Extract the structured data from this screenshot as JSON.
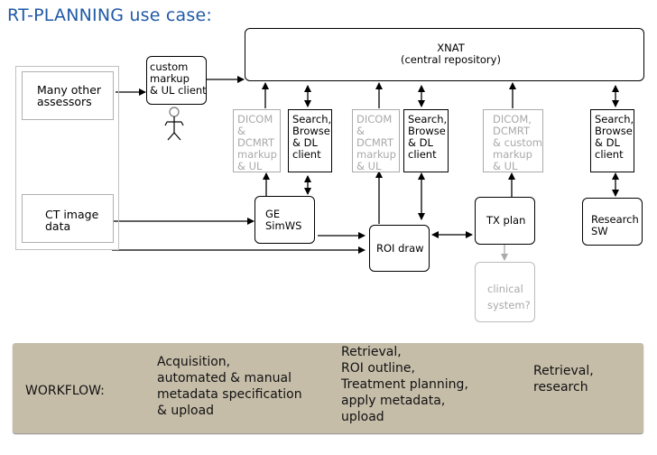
{
  "title": "RT-PLANNING use case:",
  "colors": {
    "title": "#1f5aa6",
    "workflow_bg": "#c6bda9",
    "inactive_grey": "#a9a9a9"
  },
  "nodes": {
    "xnat": "XNAT\n(central repository)",
    "many_other_assessors": "Many other\nassessors",
    "ct_image_data": "CT image\ndata",
    "custom_markup_client": "custom\nmarkup\n& UL client",
    "dicom_markup_1": "DICOM\n&\nDCMRT\nmarkup\n& UL",
    "search_client_1": "Search,\nBrowse\n& DL\nclient",
    "dicom_markup_2": "DICOM\n&\nDCMRT\nmarkup\n& UL",
    "search_client_2": "Search,\nBrowse\n& DL\nclient",
    "dicom_custom_markup": "DICOM,\nDCMRT\n& custom\nmarkup\n& UL",
    "search_client_3": "Search,\nBrowse\n& DL\nclient",
    "ge_simws": "GE\nSimWS",
    "roi_draw": "ROI draw",
    "tx_plan": "TX plan",
    "research_sw": "Research\nSW",
    "clinical_system": "clinical\nsystem?"
  },
  "workflow": {
    "label": "WORKFLOW:",
    "stages": [
      "Acquisition,\nautomated & manual\nmetadata specification\n& upload",
      "Retrieval,\nROI outline,\nTreatment planning,\napply metadata,\nupload",
      "Retrieval,\nresearch"
    ]
  }
}
